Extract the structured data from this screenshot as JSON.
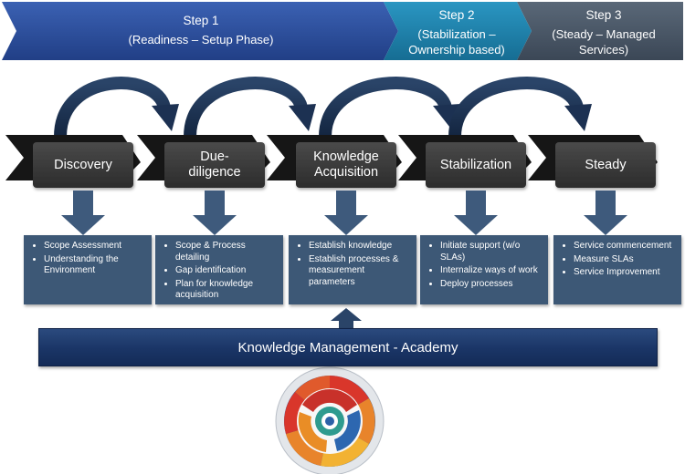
{
  "steps": [
    {
      "title": "Step 1",
      "subtitle": "(Readiness – Setup Phase)"
    },
    {
      "title": "Step 2",
      "subtitle": "(Stabilization – Ownership based)"
    },
    {
      "title": "Step 3",
      "subtitle": "(Steady – Managed Services)"
    }
  ],
  "phases": [
    {
      "label": "Discovery",
      "items": [
        "Scope Assessment",
        "Understanding the Environment"
      ]
    },
    {
      "label": "Due-diligence",
      "items": [
        "Scope & Process detailing",
        "Gap identification",
        "Plan for knowledge acquisition"
      ]
    },
    {
      "label": "Knowledge Acquisition",
      "items": [
        "Establish knowledge",
        "Establish processes & measurement parameters"
      ]
    },
    {
      "label": "Stabilization",
      "items": [
        "Initiate support (w/o SLAs)",
        "Internalize ways of work",
        "Deploy processes"
      ]
    },
    {
      "label": "Steady",
      "items": [
        "Service commencement",
        "Measure SLAs",
        "Service Improvement"
      ]
    }
  ],
  "km_bar": "Knowledge Management - Academy",
  "colors": {
    "step1": "#2e4f9a",
    "step2": "#1d7fa8",
    "step3": "#485668",
    "phase_box": "#3a3a3a",
    "chevron": "#1a1a1a",
    "arc": "#1c3152",
    "arrow": "#3e5a7c",
    "desc_box": "#3d5876"
  }
}
